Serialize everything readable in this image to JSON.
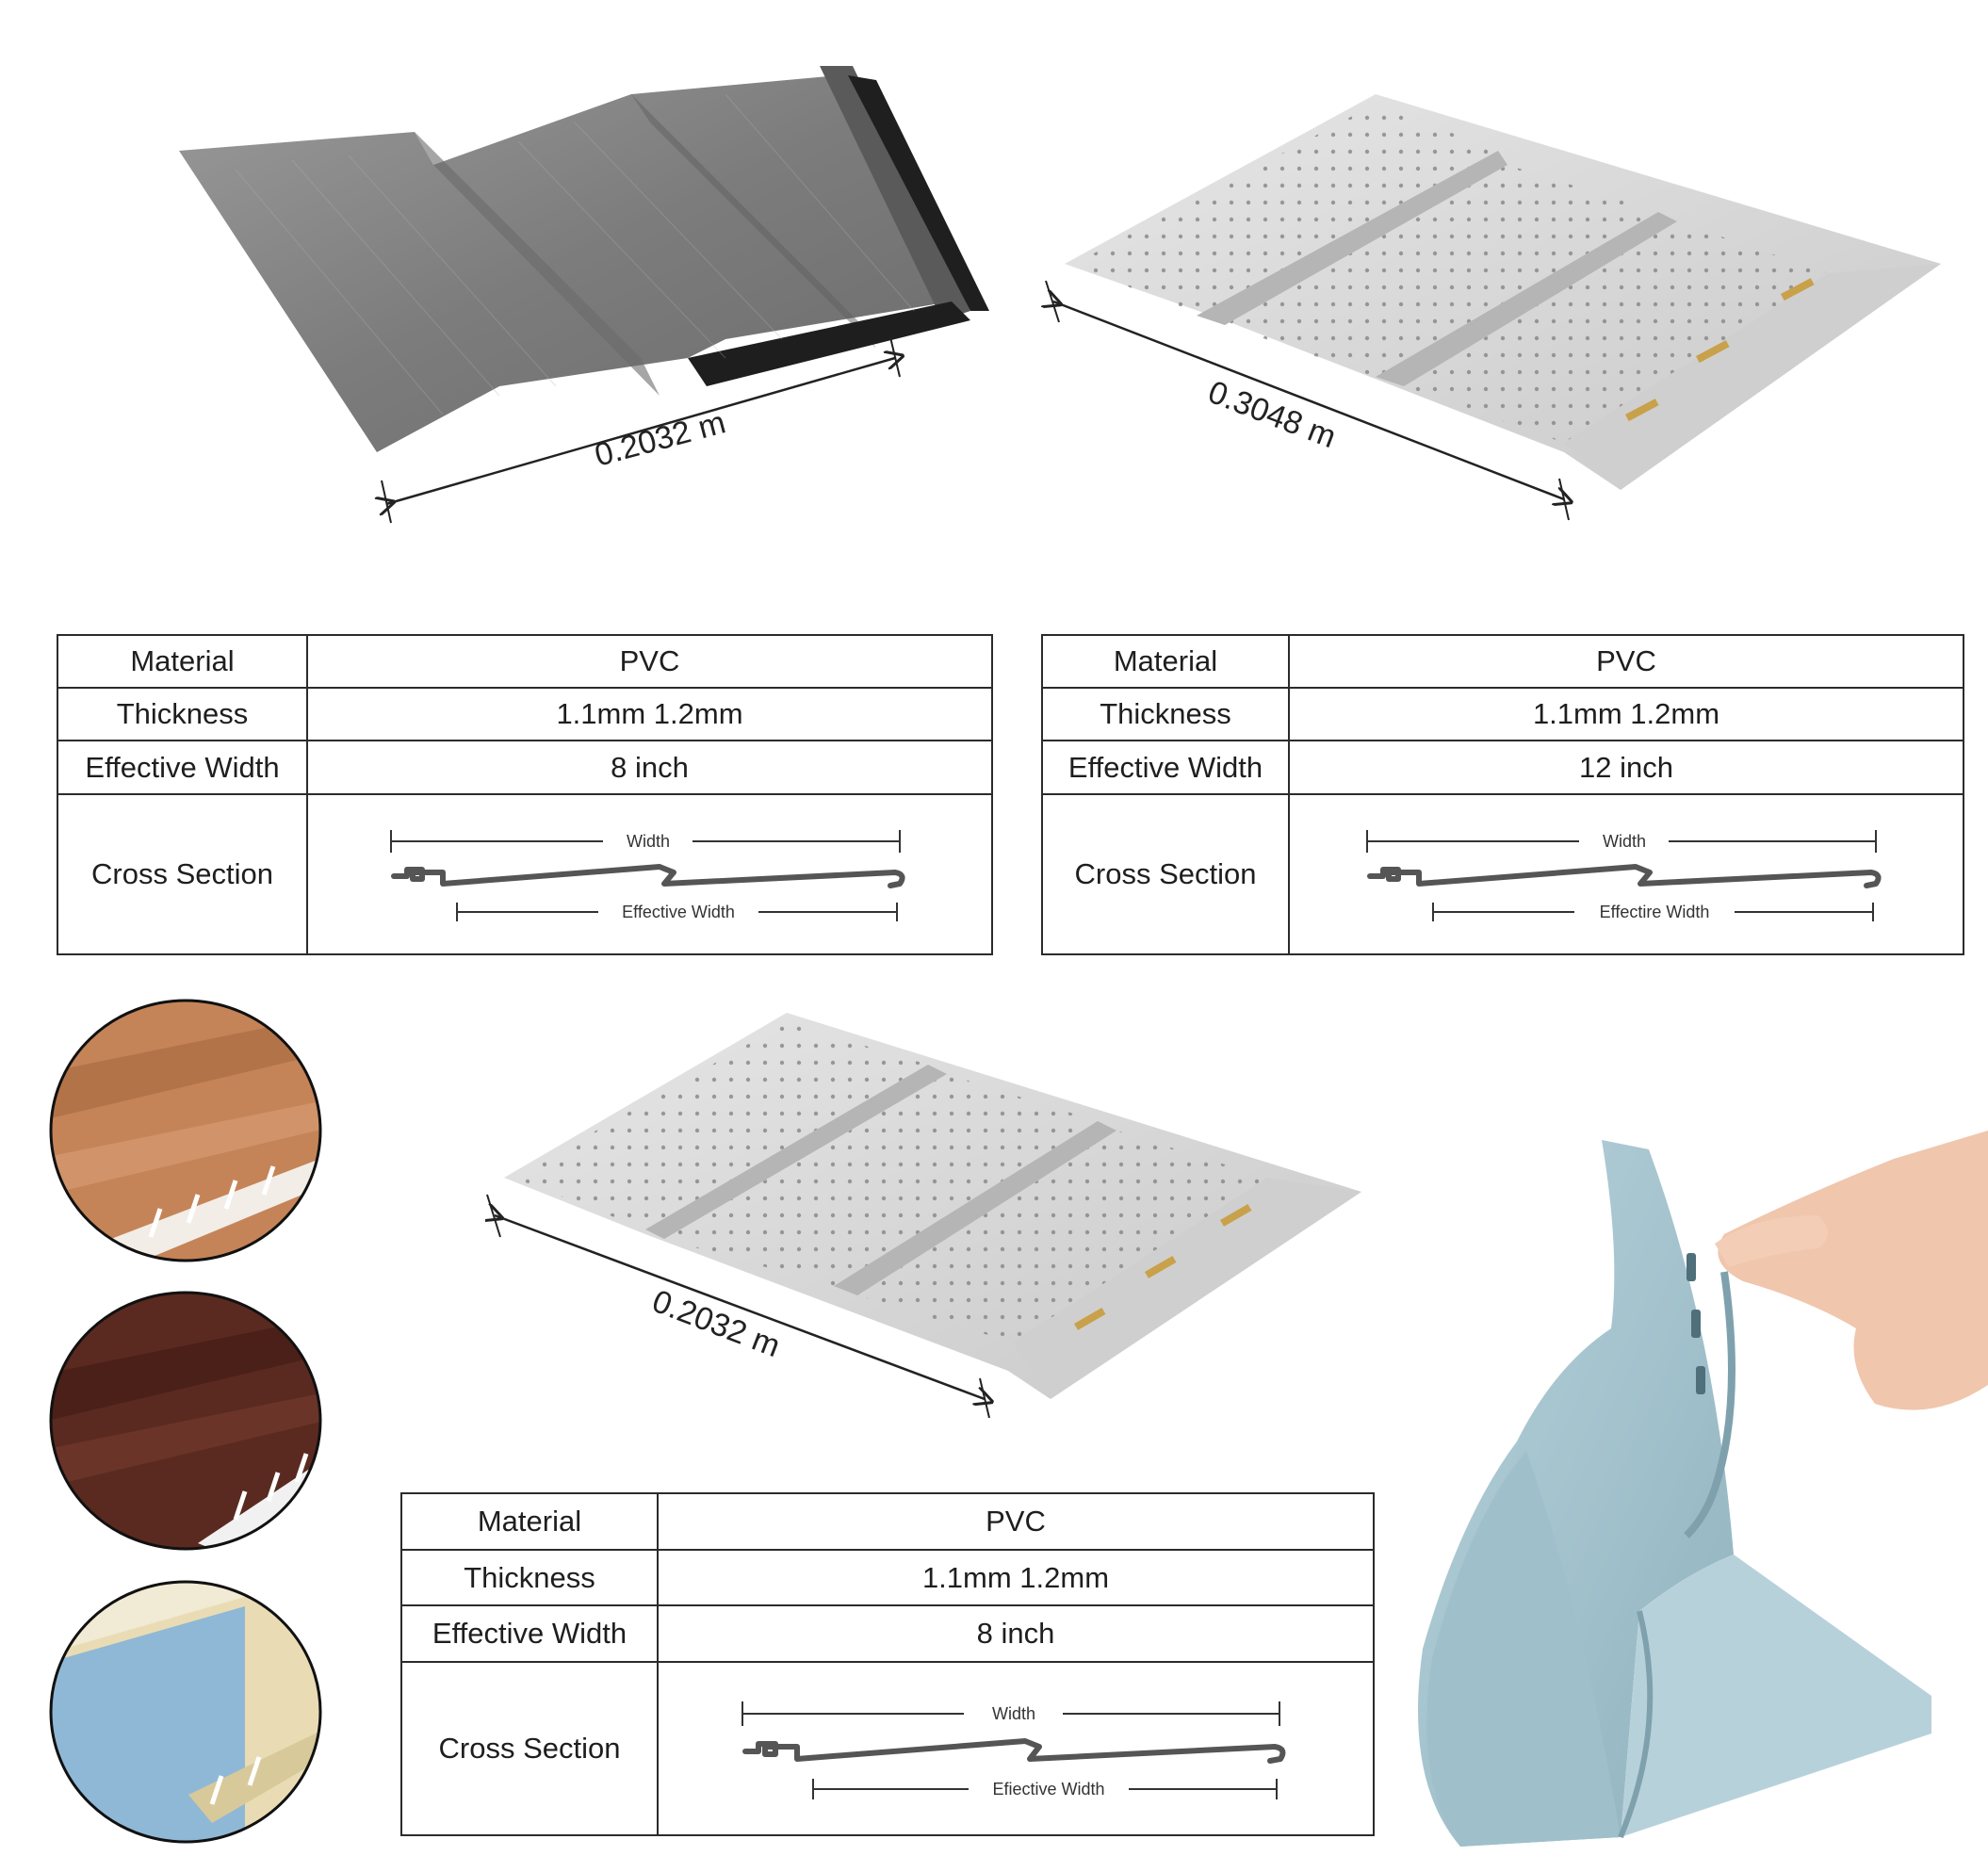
{
  "panels": {
    "panel_top_left": {
      "dimension": "0.2032 m"
    },
    "panel_top_right": {
      "dimension": "0.3048 m"
    },
    "panel_middle": {
      "dimension": "0.2032 m"
    }
  },
  "tables": [
    {
      "rows": [
        {
          "label": "Material",
          "value": "PVC"
        },
        {
          "label": "Thickness",
          "value": "1.1mm  1.2mm"
        },
        {
          "label": "Effective Width",
          "value": "8 inch"
        },
        {
          "label": "Cross Section"
        }
      ],
      "cross_section": {
        "width_label": "Width",
        "effective_label": "Effective Width"
      }
    },
    {
      "rows": [
        {
          "label": "Material",
          "value": "PVC"
        },
        {
          "label": "Thickness",
          "value": "1.1mm  1.2mm"
        },
        {
          "label": "Effective Width",
          "value": "12 inch"
        },
        {
          "label": "Cross Section"
        }
      ],
      "cross_section": {
        "width_label": "Width",
        "effective_label": "Effectire Width"
      }
    },
    {
      "rows": [
        {
          "label": "Material",
          "value": "PVC"
        },
        {
          "label": "Thickness",
          "value": "1.1mm  1.2mm"
        },
        {
          "label": "Effective Width",
          "value": "8 inch"
        },
        {
          "label": "Cross Section"
        }
      ],
      "cross_section": {
        "width_label": "Width",
        "effective_label": "Efiective Width"
      }
    }
  ],
  "colors": {
    "panel_gray": "#8a8a8a",
    "panel_light": "#dcdcdc",
    "swatch_brown": "#c58458",
    "swatch_dark_brown": "#5a2a20",
    "swatch_blue": "#8fb8d6",
    "swatch_cream": "#e9dcb4",
    "panel_blue": "#a8c6d1"
  }
}
